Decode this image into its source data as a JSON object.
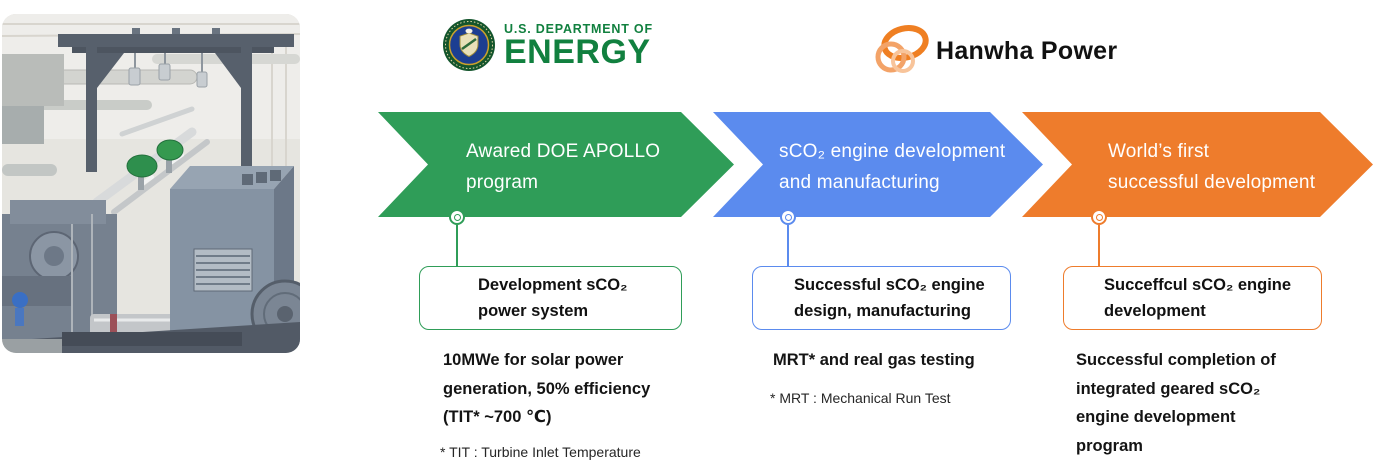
{
  "logos": {
    "doe": {
      "dept_line": "U.S. DEPARTMENT OF",
      "energy_line": "ENERGY",
      "brand_color": "#11803f",
      "seal_blue": "#1c3e91"
    },
    "hanwha": {
      "name": "Hanwha Power",
      "brand_color": "#ef7f22"
    }
  },
  "steps": [
    {
      "color": "#2f9d58",
      "arrow_lines": [
        "Awared DOE APOLLO",
        "program"
      ],
      "box_lines": [
        "Development sCO₂",
        "power system"
      ],
      "detail_lines": [
        "10MWe for solar power",
        "generation, 50% efficiency",
        "(TIT* ~700 ℃)"
      ],
      "footnote": "* TIT : Turbine Inlet Temperature"
    },
    {
      "color": "#5b8bee",
      "arrow_lines": [
        "sCO₂ engine development",
        "and manufacturing"
      ],
      "box_lines": [
        "Successful sCO₂ engine",
        "design, manufacturing"
      ],
      "detail_lines": [
        "MRT* and real gas testing"
      ],
      "footnote": "* MRT : Mechanical Run Test"
    },
    {
      "color": "#ee7c2c",
      "arrow_lines": [
        "World’s first",
        "successful development"
      ],
      "box_lines": [
        "Succeffcul sCO₂ engine",
        "development"
      ],
      "detail_lines": [
        "Successful completion of",
        "integrated geared sCO₂",
        "engine development",
        "program"
      ],
      "footnote": ""
    }
  ]
}
